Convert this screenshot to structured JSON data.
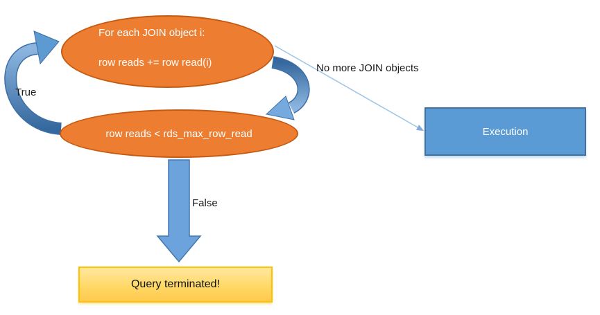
{
  "diagram": {
    "title_semantic": "query-row-read-limit-flowchart",
    "loop_ellipse": {
      "line1": "For each JOIN object i:",
      "line2": "row reads += row read(i)"
    },
    "condition_ellipse": {
      "text": "row reads < rds_max_row_read"
    },
    "labels": {
      "true": "True",
      "false": "False",
      "no_more": "No more JOIN objects"
    },
    "execution_box": {
      "text": "Execution"
    },
    "terminated_box": {
      "text": "Query terminated!"
    },
    "colors": {
      "ellipse_fill": "#ED7D31",
      "ellipse_border": "#C55A11",
      "box_fill": "#5B9BD5",
      "box_border": "#41719C",
      "block_arrow_fill": "#6CA3DC",
      "block_arrow_border": "#4477AE",
      "curved_arrow_light": "#8CB6E0",
      "curved_arrow_dark": "#35689E",
      "thin_connector": "#9DC3E6",
      "terminated_fill_top": "#FFE79D",
      "terminated_fill_bottom": "#FFC94F",
      "terminated_border": "#FFC000",
      "text_on_shapes": "#FFFFFF",
      "text_labels": "#1A1A1A"
    }
  }
}
